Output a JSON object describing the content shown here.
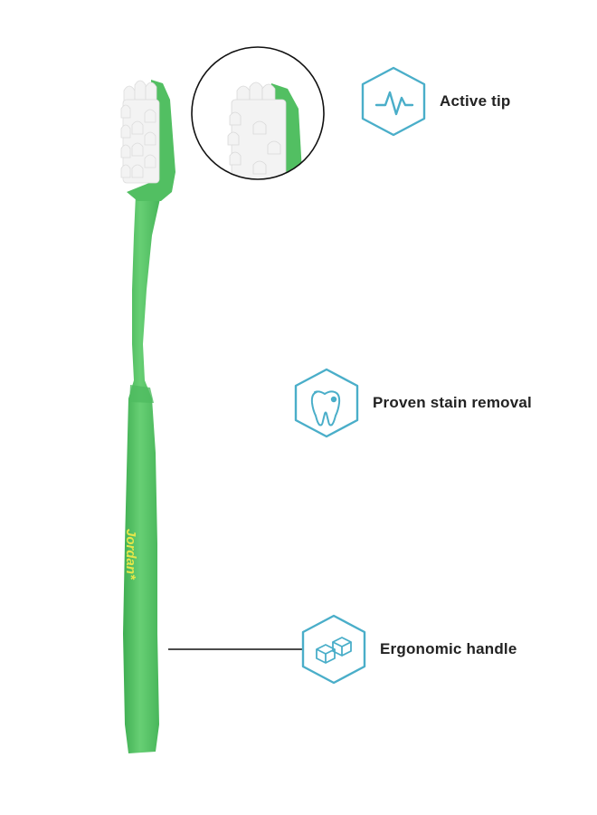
{
  "brand": {
    "name": "Jordan*"
  },
  "features": [
    {
      "label": "Active tip",
      "icon": "heartbeat-wave-icon"
    },
    {
      "label": "Proven stain removal",
      "icon": "tooth-icon"
    },
    {
      "label": "Ergonomic handle",
      "icon": "cubes-icon"
    }
  ],
  "colors": {
    "brush_green": "#5cc46a",
    "brand_yellow": "#e6e64a",
    "icon_blue": "#4aaec9",
    "bristle_white": "#f4f4f4"
  }
}
